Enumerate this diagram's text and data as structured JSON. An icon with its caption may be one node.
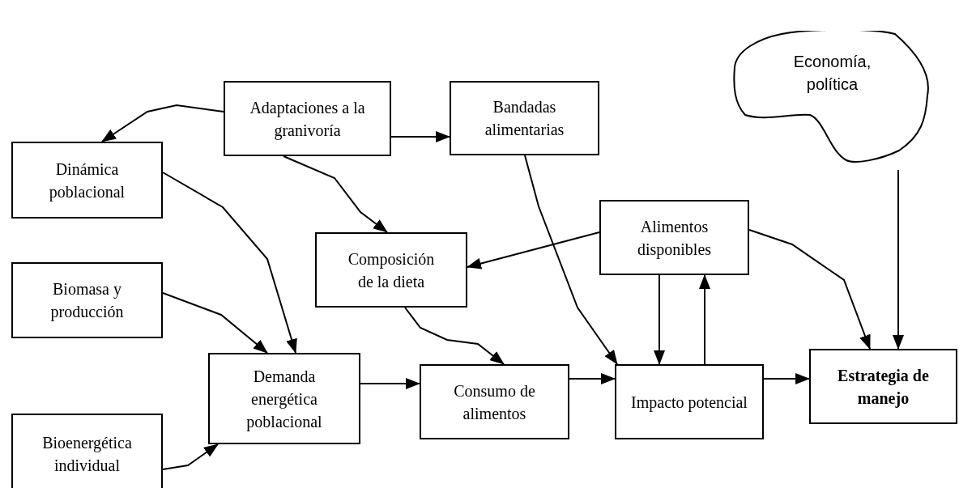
{
  "diagram": {
    "nodes": [
      {
        "text": [
          "Adaptaciones a la granivoría"
        ]
      },
      {
        "text": [
          "Bandadas alimentarias"
        ]
      },
      {
        "text": [
          "Dinámica poblacional"
        ]
      },
      {
        "text": [
          "Economía, política"
        ]
      },
      {
        "text": [
          "Composición de la dieta"
        ]
      },
      {
        "text": [
          "Alimentos disponibles"
        ]
      },
      {
        "text": [
          "Biomasa y producción"
        ]
      },
      {
        "text": [
          "Demanda energética poblacional"
        ]
      },
      {
        "text": [
          "Consumo de alimentos"
        ]
      },
      {
        "text": [
          "Impacto potencial"
        ]
      },
      {
        "text": [
          "Estrategia de manejo"
        ]
      },
      {
        "text": [
          "Bioenergética individual"
        ]
      }
    ],
    "edges": [
      {
        "from": 0,
        "to": 2,
        "arrow": "to"
      },
      {
        "from": 0,
        "to": 1,
        "arrow": "to"
      },
      {
        "from": 0,
        "to": 4,
        "arrow": "to"
      },
      {
        "from": 2,
        "to": 7,
        "arrow": "to"
      },
      {
        "from": 5,
        "to": 4,
        "arrow": "to"
      },
      {
        "from": 1,
        "to": 9,
        "arrow": "to"
      },
      {
        "from": 5,
        "to": 10,
        "arrow": "to"
      },
      {
        "from": 5,
        "to": 9,
        "arrow": "to"
      },
      {
        "from": 9,
        "to": 5,
        "arrow": "to"
      },
      {
        "from": 3,
        "to": 10,
        "arrow": "to"
      },
      {
        "from": 6,
        "to": 7,
        "arrow": "to"
      },
      {
        "from": 11,
        "to": 7,
        "arrow": "to"
      },
      {
        "from": 4,
        "to": 8,
        "arrow": "to"
      },
      {
        "from": 7,
        "to": 8,
        "arrow": "to"
      },
      {
        "from": 8,
        "to": 9,
        "arrow": "to"
      },
      {
        "from": 9,
        "to": 10,
        "arrow": "to"
      }
    ]
  }
}
